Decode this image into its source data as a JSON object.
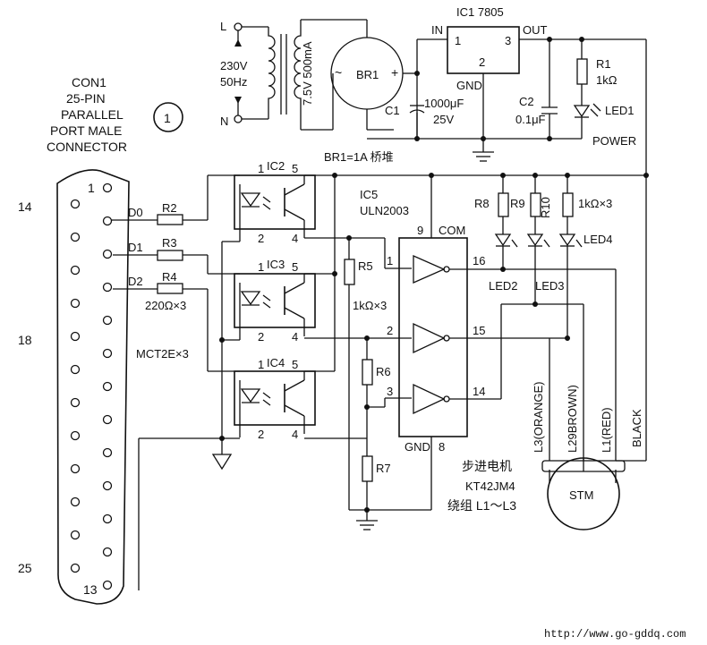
{
  "figure_number": "1",
  "connector": {
    "lines": [
      "CON1",
      "25-PIN",
      "PARALLEL",
      "PORT MALE",
      "CONNECTOR"
    ],
    "pin14": "14",
    "pin1": "1",
    "pin18": "18",
    "pin25": "25",
    "pin13": "13"
  },
  "inputs": {
    "d0": "D0",
    "d1": "D1",
    "d2": "D2",
    "r2": "R2",
    "r3": "R3",
    "r4": "R4",
    "rvalue": "220Ω×3",
    "opto_part": "MCT2E×3"
  },
  "optos": {
    "ic2": "IC2",
    "ic3": "IC3",
    "ic4": "IC4",
    "pins": [
      "1",
      "5",
      "2",
      "4"
    ]
  },
  "power": {
    "l": "L",
    "n": "N",
    "mains_v": "230V",
    "mains_hz": "50Hz",
    "xfmr": "7.5V 500mA",
    "br1": "BR1",
    "br1_note": "BR1=1A 桥堆",
    "ic1": "IC1  7805",
    "in": "IN",
    "out": "OUT",
    "pin1": "1",
    "pin2": "2",
    "pin3": "3",
    "gnd": "GND",
    "c1": "C1",
    "c1_val": "1000μF",
    "c1_v": "25V",
    "c2": "C2",
    "c2_val": "0.1μF",
    "r1": "R1",
    "r1_val": "1kΩ",
    "led1": "LED1",
    "power": "POWER"
  },
  "driver": {
    "ic5": "IC5",
    "part": "ULN2003",
    "pin9": "9",
    "com": "COM",
    "pin1": "1",
    "pin2": "2",
    "pin3": "3",
    "pin16": "16",
    "pin15": "15",
    "pin14": "14",
    "gnd": "GND",
    "pin8": "8",
    "r5": "R5",
    "r6": "R6",
    "r7": "R7",
    "rval": "1kΩ×3"
  },
  "leds": {
    "r8": "R8",
    "r9": "R9",
    "r10": "R10",
    "rval": "1kΩ×3",
    "led2": "LED2",
    "led3": "LED3",
    "led4": "LED4"
  },
  "motor": {
    "l3": "L3(ORANGE)",
    "l2": "L29BROWN)",
    "l1": "L1(RED)",
    "black": "BLACK",
    "stm": "STM",
    "title": "步进电机",
    "model": "KT42JM4",
    "windings": "绕组 L1～L3"
  },
  "watermark": "http://www.go-gddq.com"
}
